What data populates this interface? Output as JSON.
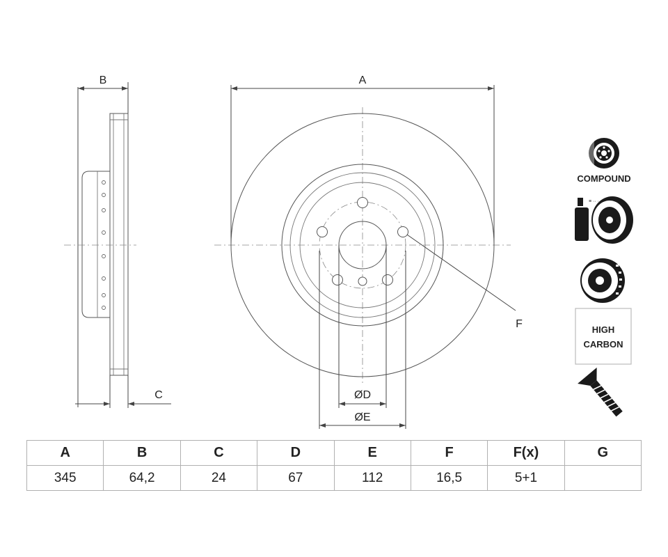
{
  "drawing": {
    "dimension_labels": {
      "a": "A",
      "b": "B",
      "c": "C",
      "d": "ØD",
      "e": "ØE",
      "f": "F"
    }
  },
  "features": {
    "compound": {
      "label": "COMPOUND",
      "icon": "compound-disc-icon"
    },
    "coated": {
      "icon": "coated-disc-icon"
    },
    "vented": {
      "icon": "vented-disc-icon"
    },
    "high_carbon": {
      "line1": "HIGH",
      "line2": "CARBON"
    },
    "screw": {
      "icon": "screw-icon"
    }
  },
  "table": {
    "headers": [
      "A",
      "B",
      "C",
      "D",
      "E",
      "F",
      "F(x)",
      "G"
    ],
    "values": [
      "345",
      "64,2",
      "24",
      "67",
      "112",
      "16,5",
      "5+1",
      ""
    ]
  }
}
